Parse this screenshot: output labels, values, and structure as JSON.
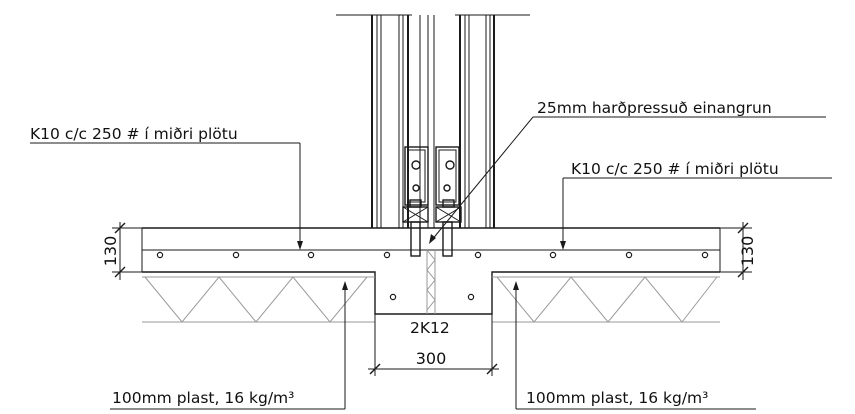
{
  "labels": {
    "rebar_left": "K10 c/c 250 # í miðri plötu",
    "rebar_right": "K10 c/c 250 # í miðri plötu",
    "insulation_board": "25mm harðpressuð einangrun",
    "beam_rebar": "2K12",
    "plast_left": "100mm plast, 16 kg/m³",
    "plast_right": "100mm plast, 16 kg/m³"
  },
  "dimensions": {
    "slab_left": "130",
    "slab_right": "130",
    "beam_width": "300"
  }
}
